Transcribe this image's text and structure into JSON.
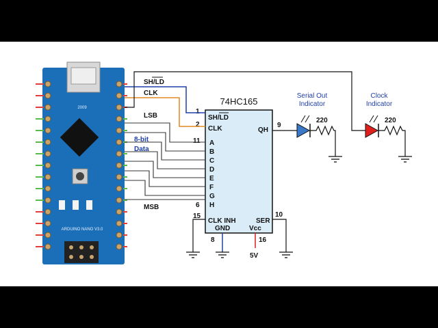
{
  "chip": {
    "name": "74HC165",
    "pins": {
      "shld": "SH/LD",
      "clk": "CLK",
      "a": "A",
      "b": "B",
      "c": "C",
      "d": "D",
      "e": "E",
      "f": "F",
      "g": "G",
      "h": "H",
      "qh": "QH",
      "clk_inh": "CLK INH",
      "ser": "SER",
      "gnd": "GND",
      "vcc": "Vcc"
    },
    "pin_numbers": {
      "shld": "1",
      "clk": "2",
      "a": "11",
      "h": "6",
      "qh": "9",
      "clk_inh": "15",
      "ser": "10",
      "gnd": "8",
      "vcc": "16"
    }
  },
  "wires": {
    "shld_label": "SH/LD",
    "clk_label": "CLK",
    "lsb": "LSB",
    "msb": "MSB",
    "data_line1": "8-bit",
    "data_line2": "Data"
  },
  "indicators": {
    "serial_out_line1": "Serial Out",
    "serial_out_line2": "Indicator",
    "clock_line1": "Clock",
    "clock_line2": "Indicator",
    "resistor1": "220",
    "resistor2": "220",
    "serial_led_color": "#3a78c8",
    "clock_led_color": "#e0201c"
  },
  "power": {
    "vcc_label": "5V"
  },
  "board": {
    "name": "ARDUINO NANO V3.0",
    "year": "2009",
    "color": "#1a6fb8"
  }
}
